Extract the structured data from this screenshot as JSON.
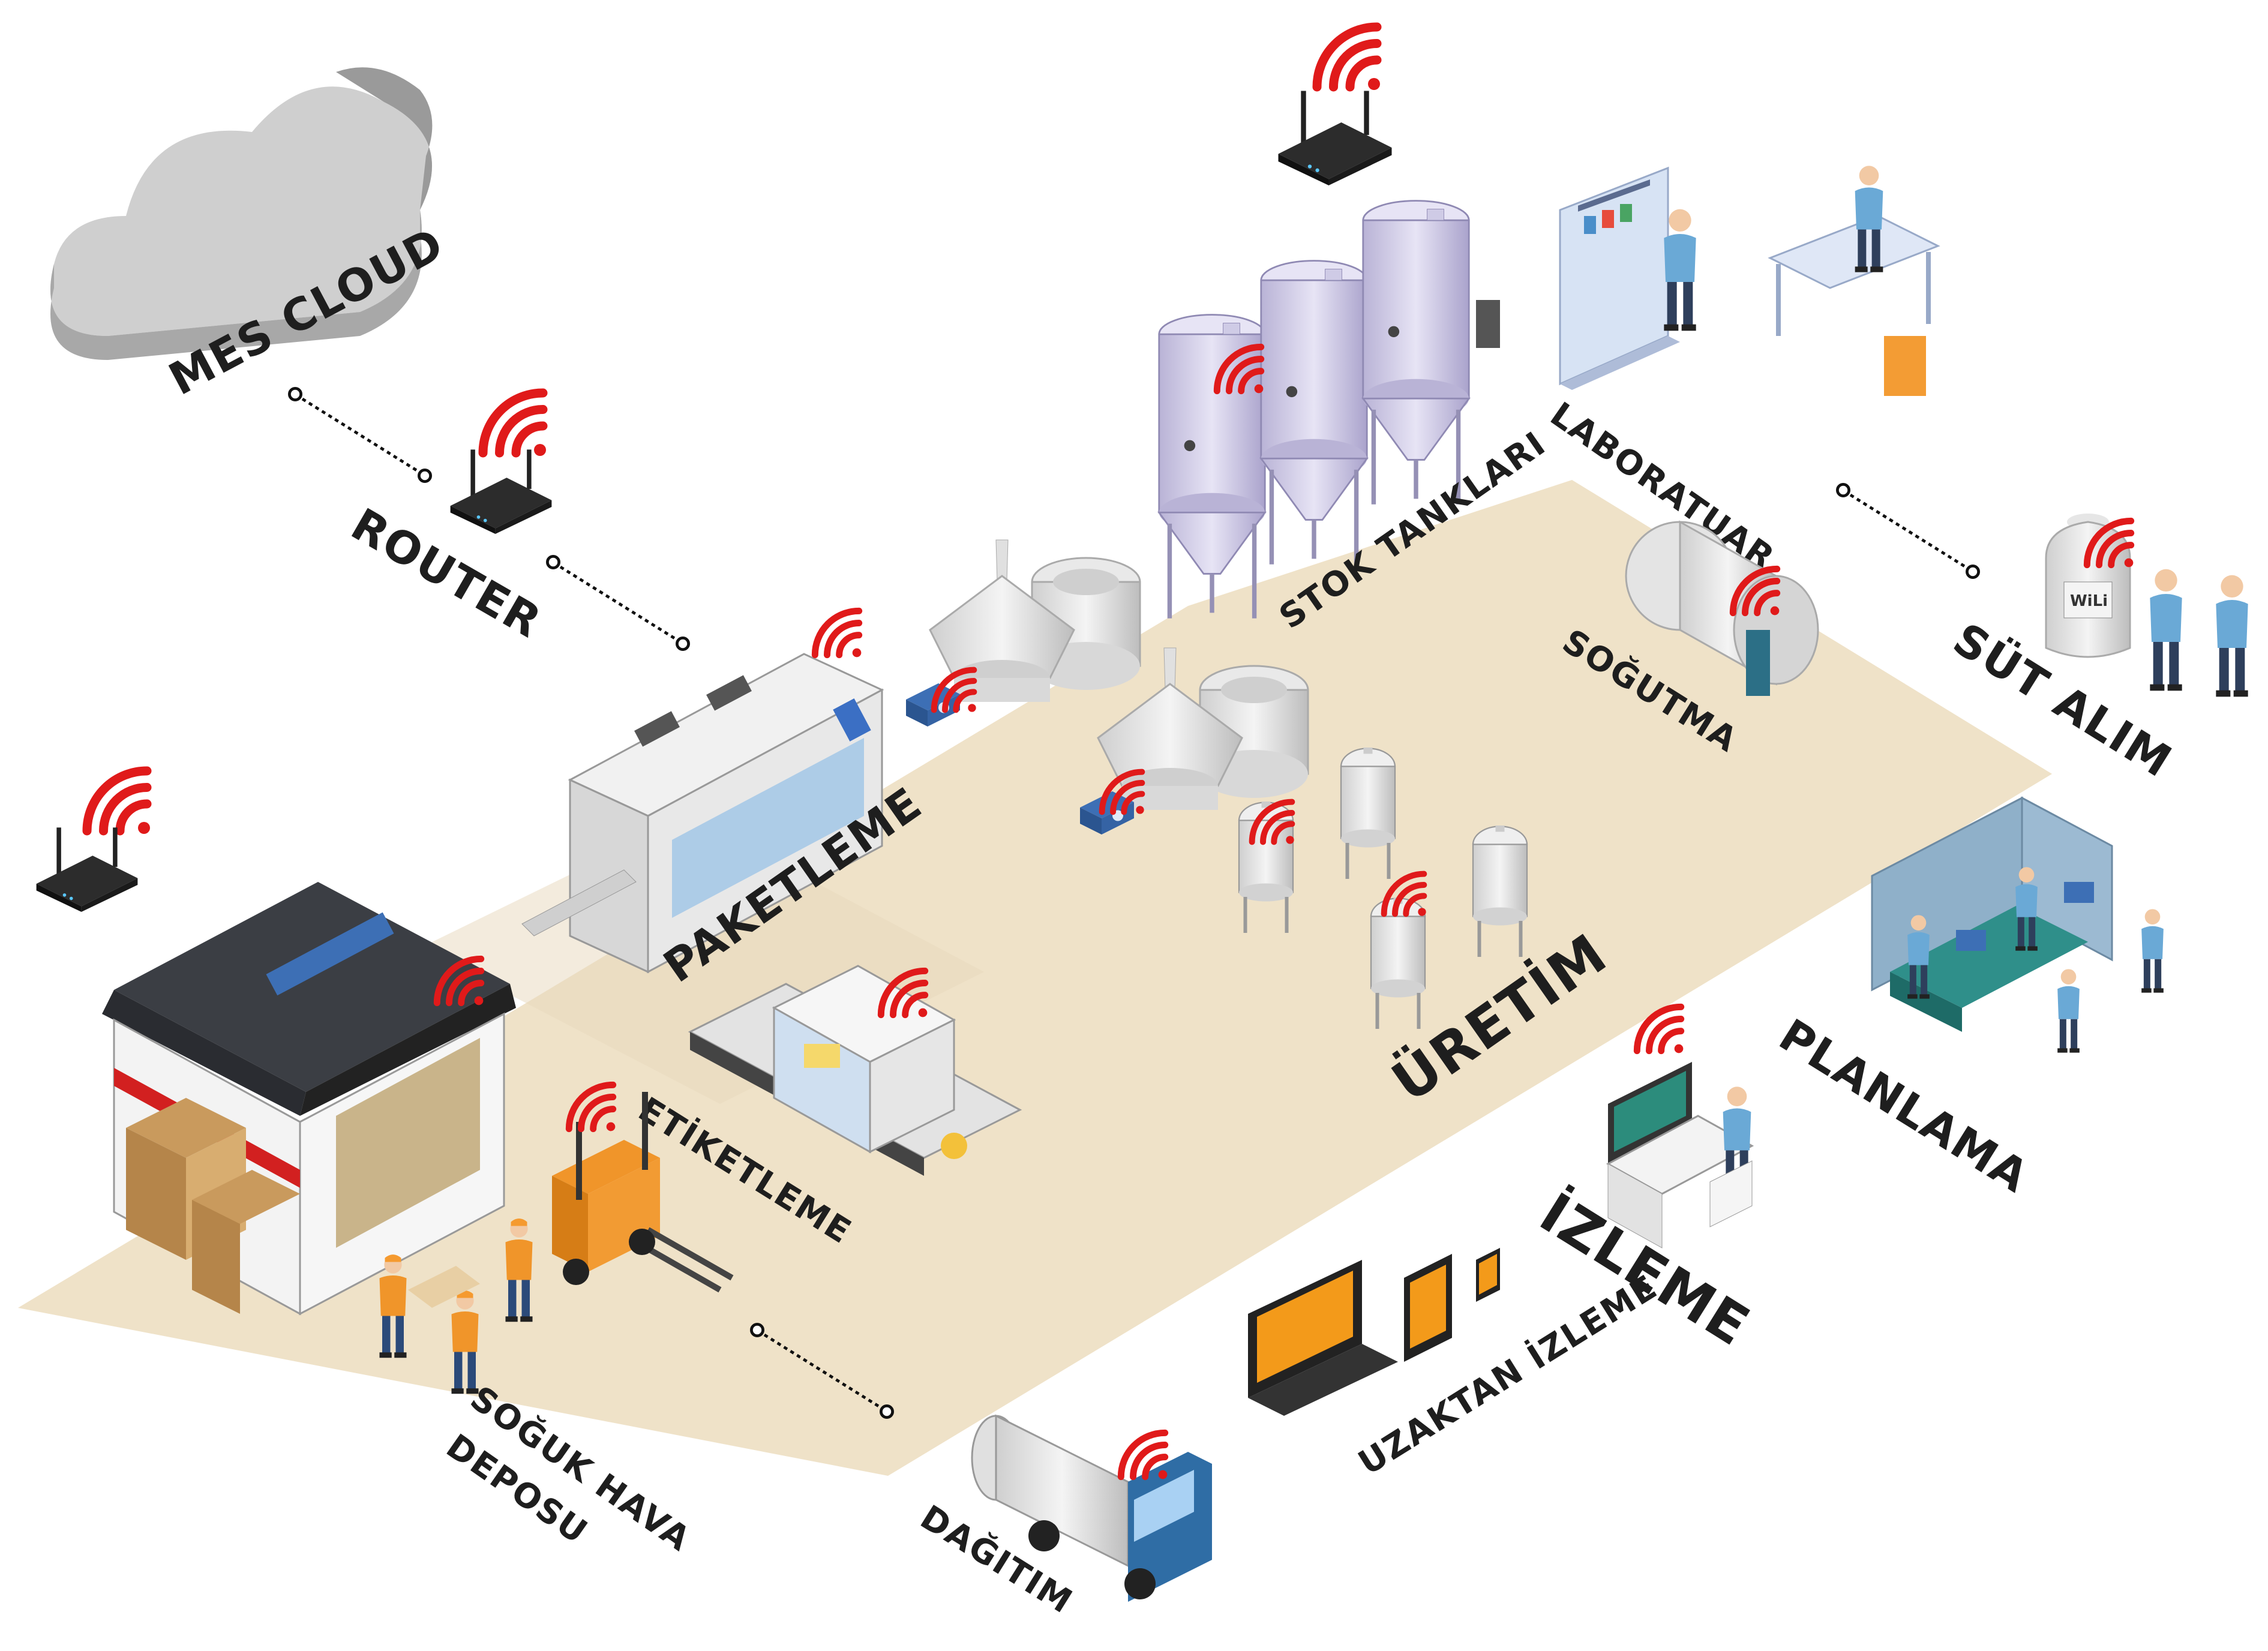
{
  "colors": {
    "floor": "#efe2c8",
    "wifi": "#e01a1a",
    "cloud": "#c9c9c9",
    "tank": "#d3cfe8",
    "roof": "#3b3e44",
    "worker_vest": "#f0952a",
    "truck_cab": "#2f6da5",
    "label": "#1e1e1e"
  },
  "labels": {
    "mes_cloud": "MES CLOUD",
    "router": "ROUTER",
    "paketleme": "PAKETLEME",
    "stok_tanklari": "STOK TANKLARI",
    "laboratuar": "LABORATUAR",
    "sogutma": "SOĞUTMA",
    "sut_alim": "SÜT ALIM",
    "planlama": "PLANLAMA",
    "uretim": "ÜRETİM",
    "etiketleme": "ETİKETLEME",
    "izleme": "İZLEME",
    "uzaktan_izleme": "UZAKTAN İZLEME",
    "soguk_hava_1": "SOĞUK HAVA",
    "soguk_hava_2": "DEPOSU",
    "dagitim": "DAĞITIM"
  },
  "icons": {
    "wifi": "wifi-signal-icon",
    "router": "wireless-router-icon",
    "cloud": "cloud-icon",
    "laptop": "laptop-icon",
    "tablet": "tablet-icon",
    "phone": "phone-icon"
  },
  "tank_badge_text": "WiLi"
}
